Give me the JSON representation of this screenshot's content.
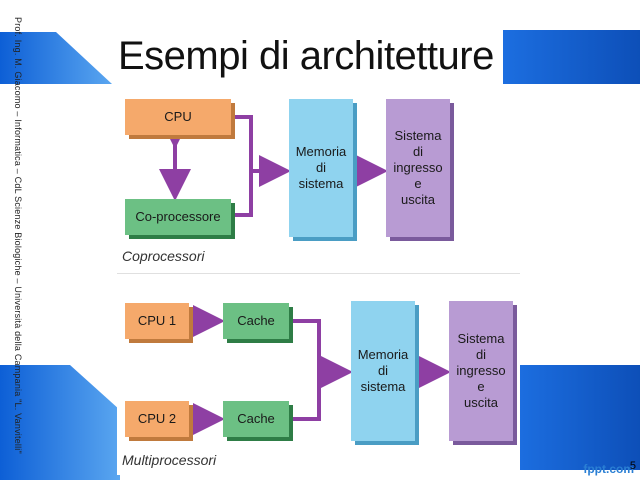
{
  "slide": {
    "title": "Esempi di architetture",
    "side_text": "Prof. Ing. M. Giacomo – Informatica – CdL Scienze Biologiche – Università della Campania \"L. Vanvitelli\"",
    "page_number": "5",
    "logo": "fppt.com"
  },
  "diagram1": {
    "caption": "Coprocessori",
    "cpu": "CPU",
    "coprocessor": "Co-processore",
    "memory": [
      "Memoria",
      "di",
      "sistema"
    ],
    "io": [
      "Sistema",
      "di",
      "ingresso",
      "e",
      "uscita"
    ]
  },
  "diagram2": {
    "caption": "Multiprocessori",
    "cpu1": "CPU 1",
    "cpu2": "CPU 2",
    "cache1": "Cache",
    "cache2": "Cache",
    "memory": [
      "Memoria",
      "di",
      "sistema"
    ],
    "io": [
      "Sistema",
      "di",
      "ingresso",
      "e",
      "uscita"
    ]
  },
  "colors": {
    "arrow": "#8e3fa3",
    "accent_blue": "#1f6fd0"
  }
}
